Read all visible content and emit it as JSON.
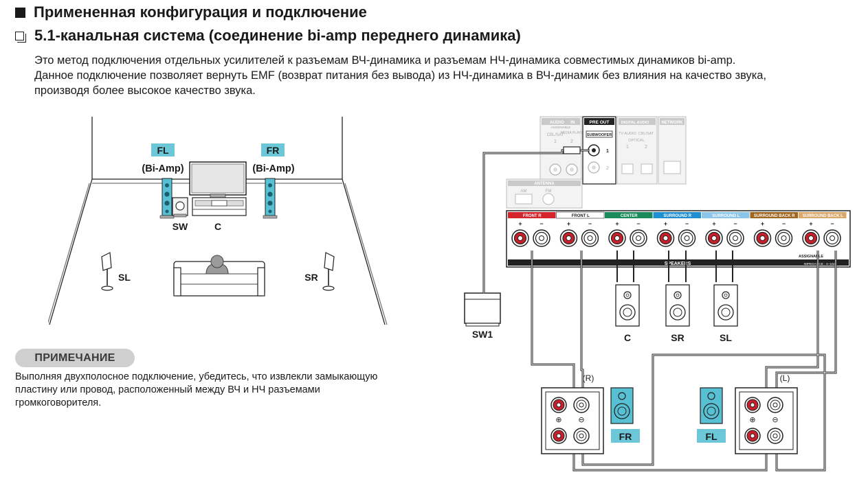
{
  "header": {
    "section_title": "Примененная конфигурация и подключение",
    "sub_title": "5.1-канальная система (соединение bi-amp переднего динамика)"
  },
  "intro_lines": [
    "Это метод подключения отдельных усилителей к разъемам ВЧ-динамика и разъемам НЧ-динамика совместимых динамиков bi-amp.",
    "Данное подключение позволяет вернуть EMF (возврат питания без вывода) из НЧ-динамика в ВЧ-динамик без влияния на качество звука,",
    "производя более высокое качество звука."
  ],
  "note": {
    "badge": "ПРИМЕЧАНИЕ",
    "lines": [
      "Выполняя двухполосное подключение, убедитесь, что извлекли замыкающую",
      "пластину или провод, расположенный между ВЧ и НЧ разъемами",
      "громкоговорителя."
    ]
  },
  "room": {
    "fl": "FL",
    "fr": "FR",
    "biamp_left": "(Bi-Amp)",
    "biamp_right": "(Bi-Amp)",
    "sw": "SW",
    "c": "C",
    "sl": "SL",
    "sr": "SR"
  },
  "receiver": {
    "audio_in": "AUDIO",
    "in": "IN",
    "assignable": "ASSIGNABLE",
    "cbl_sat": "CBL/SAT",
    "media_player": "MEDIA PLAYER",
    "in1": "1",
    "in2": "2",
    "pre_out": "PRE OUT",
    "subwoofer": "SUBWOOFER",
    "sub1": "1",
    "sub2": "2",
    "digital_audio": "DIGITAL AUDIO",
    "tv_audio": "TV AUDIO",
    "optical": "OPTICAL",
    "opt1": "1",
    "opt2": "2",
    "network": "NETWORK",
    "antenna": "ANTENNA",
    "am": "AM",
    "fm": "FM",
    "channels": [
      {
        "label": "FRONT",
        "side": "R",
        "color": "#d4232b"
      },
      {
        "label": "FRONT",
        "side": "L",
        "color": "#ffffff"
      },
      {
        "label": "CENTER",
        "side": "",
        "color": "#1b8a5a"
      },
      {
        "label": "SURROUND",
        "side": "R",
        "color": "#1f8fd1"
      },
      {
        "label": "SURROUND",
        "side": "L",
        "color": "#8ac6ea"
      },
      {
        "label": "SURROUND BACK",
        "side": "R",
        "color": "#a0651e"
      },
      {
        "label": "SURROUND BACK",
        "side": "L",
        "color": "#d9a86a"
      }
    ],
    "speakers": "SPEAKERS",
    "assignable2": "ASSIGNABLE",
    "impedance": "IMPEDANCE : 4~16Ω"
  },
  "wiring": {
    "sw1": "SW1",
    "c": "C",
    "sr": "SR",
    "sl": "SL",
    "r_paren": "(R)",
    "l_paren": "(L)",
    "fr": "FR",
    "fl": "FL",
    "plus": "⊕",
    "minus": "⊖"
  },
  "colors": {
    "teal_label": "#6cc7d8",
    "speaker_cyan": "#58c0d3",
    "terminal_red": "#c8202a"
  }
}
